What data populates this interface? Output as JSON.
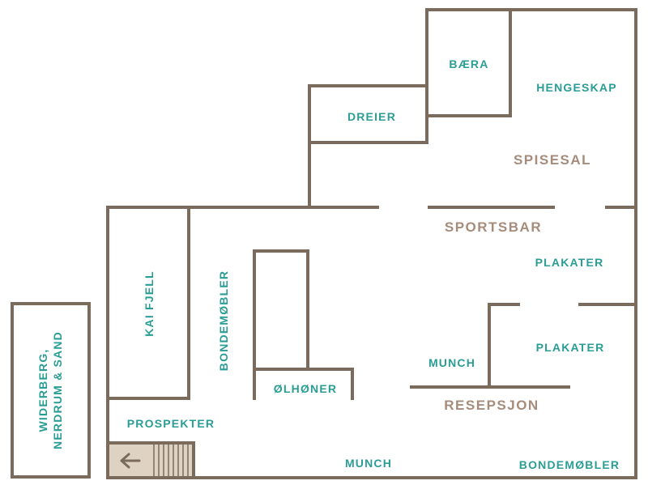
{
  "colors": {
    "wall": "#7b6b5c",
    "room_label": "#2a9d94",
    "area_label": "#a58c7b",
    "entrance_fill": "#ded3c2"
  },
  "rooms": {
    "baera": "BÆRA",
    "hengeskap": "HENGESKAP",
    "dreier": "DREIER",
    "plakater_top": "PLAKATER",
    "plakater_bottom": "PLAKATER",
    "kai_fjell": "KAI FJELL",
    "bondemobler_vertical": "BONDEMØBLER",
    "olhoner": "ØLHØNER",
    "munch_center": "MUNCH",
    "munch_bottom": "MUNCH",
    "prospekter": "PROSPEKTER",
    "bondemobler_bottom": "BONDEMØBLER",
    "widerberg_line1": "WIDERBERG,",
    "widerberg_line2": "NERDRUM & SAND"
  },
  "areas": {
    "spisesal": "SPISESAL",
    "sportsbar": "SPORTSBAR",
    "resepsjon": "RESEPSJON"
  },
  "icons": {
    "entrance": "arrow-left-icon",
    "stairs": "stairs-icon"
  }
}
